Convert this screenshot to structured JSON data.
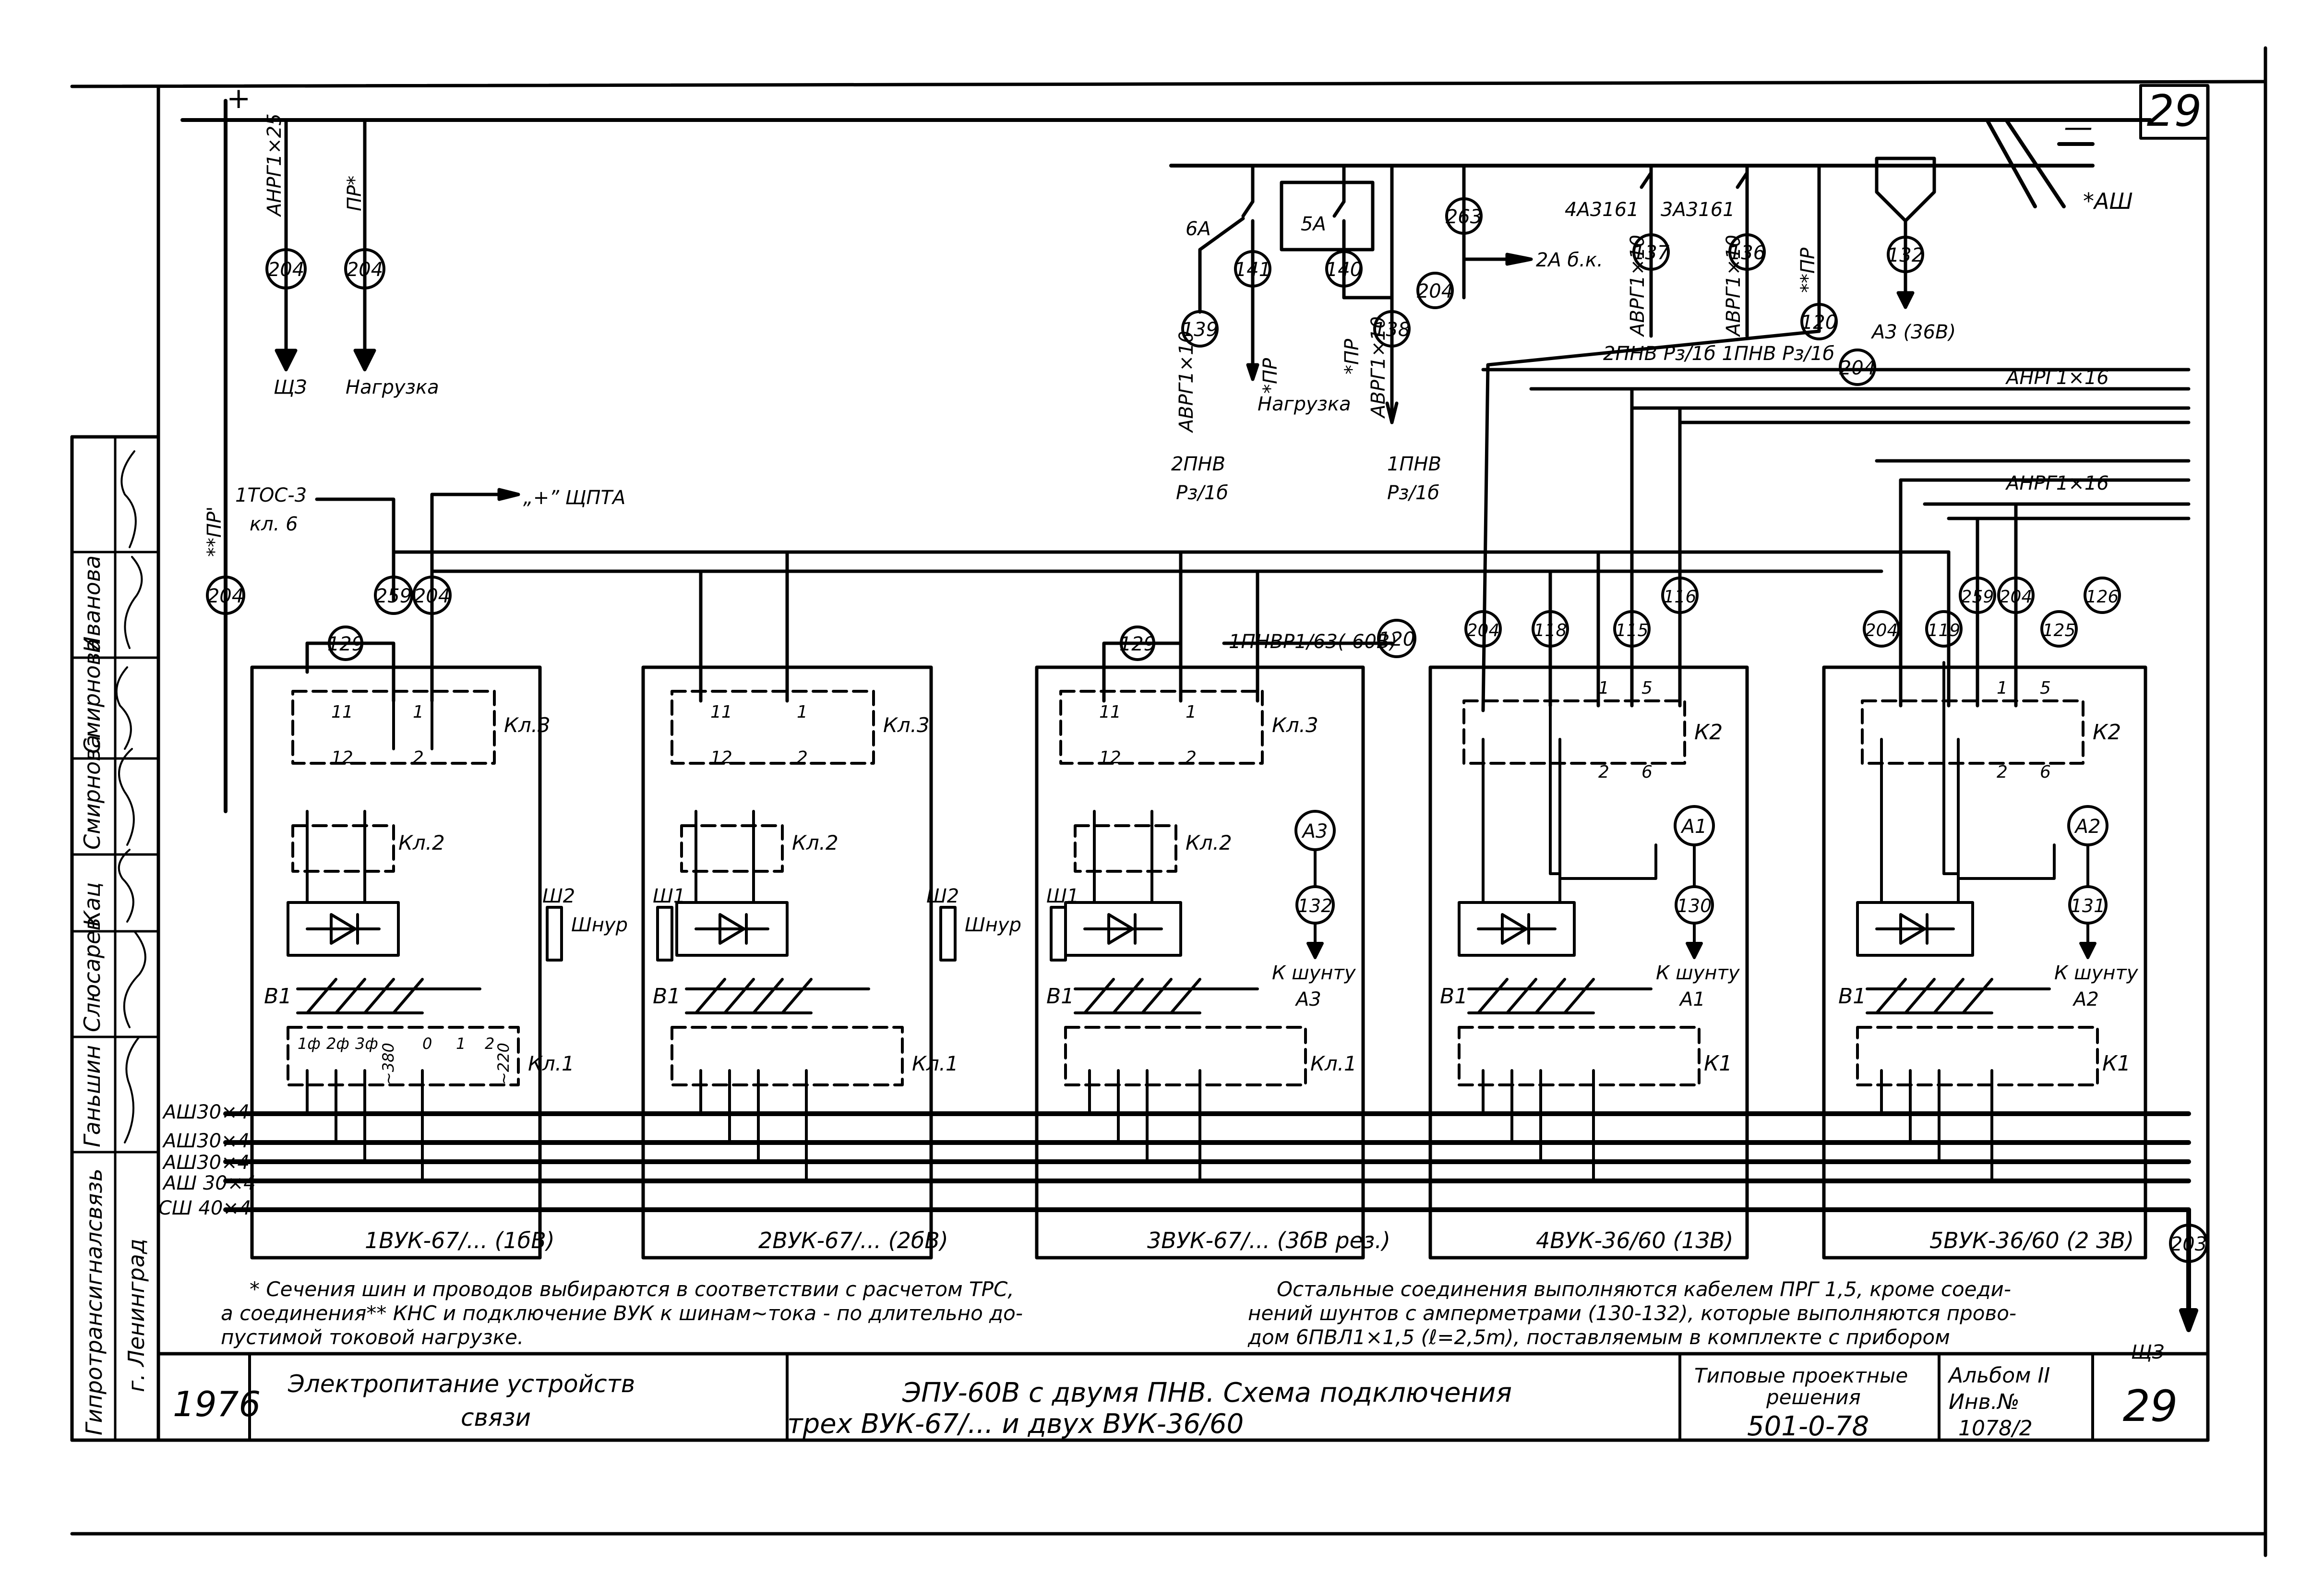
{
  "page_number": "29",
  "bus": {
    "plus": "+",
    "minus": "—",
    "ash_star": "*АШ"
  },
  "left_feeds": {
    "cable1": "АНРГ1×25",
    "circle1": "204",
    "target1": "ЩЗ",
    "cable2": "ПР*",
    "circle2": "204",
    "target2": "Нагрузка"
  },
  "top_right": {
    "fuse6": "6А",
    "fuse5": "5А",
    "c141": "141",
    "c140": "140",
    "c263": "263",
    "label_2a": "2А б.к.",
    "c204": "204",
    "c139": "139",
    "c138": "138",
    "cable_l": "АВРГ1×10",
    "cable_r": "АВРГ1×10",
    "pr_l": "*ПР",
    "pr_r": "*ПР",
    "load": "Нагрузка",
    "pnv2_a": "2ПНВ",
    "pnv2_b": "Рз/1б",
    "pnv1_a": "1ПНВ",
    "pnv1_b": "Рз/1б",
    "a3161_4": "4А3161",
    "a3161_3": "3А3161",
    "c137": "137",
    "c136": "136",
    "cable_137": "АВРГ1×10",
    "cable_136": "АВРГ1×10",
    "c120": "120",
    "pr120": "**ПР",
    "c132": "132",
    "a3_36": "А3 (36В)",
    "dest": "2ПНВ Рз/1б 1ПНВ Рз/1б",
    "c204b": "204",
    "anrg_1": "АНРГ1×16",
    "anrg_2": "АНРГ1×16"
  },
  "mid_labels": {
    "tos": "1ТОС-3",
    "kl6": "кл. 6",
    "shpta": "„+” ЩПТА",
    "pr204": "**ПР'",
    "c204": "204",
    "c259": "259",
    "c204b": "204",
    "c129a": "129",
    "c129b": "129",
    "pnv_608": "1ПНВР1/63(-60В)",
    "c120": "120"
  },
  "units": [
    {
      "name": "1ВУК-67/... (1бВ)",
      "kl3": "Кл.3",
      "kl2": "Кл.2",
      "kl1": "Кл.1",
      "sh": "Ш2",
      "t11": "11",
      "t12": "12",
      "t1": "1",
      "t2": "2"
    },
    {
      "name": "2ВУК-67/... (2бВ)",
      "kl3": "Кл.3",
      "kl2": "Кл.2",
      "kl1": "Кл.1",
      "sh1": "Ш1",
      "sh2": "Ш2",
      "t11": "11",
      "t12": "12",
      "t1": "1",
      "t2": "2"
    },
    {
      "name": "3ВУК-67/... (3бВ рез.)",
      "kl3": "Кл.3",
      "kl2": "Кл.2",
      "kl1": "Кл.1",
      "sh1": "Ш1",
      "a": "А3",
      "c": "132",
      "shunt": "К шунту",
      "shunt_a": "А3",
      "t11": "11",
      "t12": "12",
      "t1": "1",
      "t2": "2"
    },
    {
      "name": "4ВУК-36/60 (1ЗВ)",
      "k2": "К2",
      "k1": "К1",
      "a": "А1",
      "c": "130",
      "shunt": "К шунту",
      "shunt_a": "А1",
      "c204": "204",
      "c118": "118",
      "c115": "115",
      "c116": "116",
      "t1": "1",
      "t5": "5",
      "t2": "2",
      "t6": "6"
    },
    {
      "name": "5ВУК-36/60 (2 ЗВ)",
      "k2": "К2",
      "k1": "К1",
      "a": "А2",
      "c": "131",
      "shunt": "К шунту",
      "shunt_a": "А2",
      "c204": "204",
      "c119": "119",
      "c259": "259",
      "c204b": "204",
      "c125": "125",
      "c126": "126",
      "t1": "1",
      "t5": "5",
      "t2": "2",
      "t6": "6"
    }
  ],
  "shnur": "Шнур",
  "b1": "В1",
  "terminals": {
    "f1": "1ф",
    "f2": "2ф",
    "f3": "3ф",
    "v380": "~380",
    "v0": "0",
    "v1": "1",
    "v2": "2",
    "v220": "~220"
  },
  "buses": [
    "АШ30×4",
    "АШ30×4",
    "АШ30×4",
    "АШ 30×4",
    "СШ 40×4"
  ],
  "c203": "203",
  "sh3": "ЩЗ",
  "notes": {
    "left": [
      "* Сечения шин и проводов выбираются в соответствии с расчетом ТРС,",
      "а соединения** КНС и подключение ВУК к шинам~тока - по длительно до-",
      "пустимой токовой нагрузке."
    ],
    "right": [
      "Остальные соединения выполняются кабелем ПРГ 1,5, кроме соеди-",
      "нений шунтов с амперметрами (130-132), которые выполняются прово-",
      "дом 6ПВЛ1×1,5 (ℓ=2,5m), поставляемым в комплекте с прибором"
    ]
  },
  "titleblock": {
    "year": "1976",
    "subject_1": "Электропитание устройств",
    "subject_2": "связи",
    "title_1": "ЭПУ-60В с двумя ПНВ. Схема подключения",
    "title_2": "трех ВУК-67/...  и  двух ВУК-36/60",
    "typical_1": "Типовые проектные",
    "typical_2": "решения",
    "code": "501-0-78",
    "album": "Альбом II",
    "inv": "Инв.№",
    "inv_num": "1078/2",
    "sheet": "29"
  },
  "side_stamp": {
    "org_1": "Гипротрансигналсвязь",
    "org_2": "г. Ленинград",
    "names": [
      "Ганьшин",
      "Слюсарев",
      "Кац",
      "Смирнова",
      "Смирнова",
      "Иванова"
    ]
  }
}
